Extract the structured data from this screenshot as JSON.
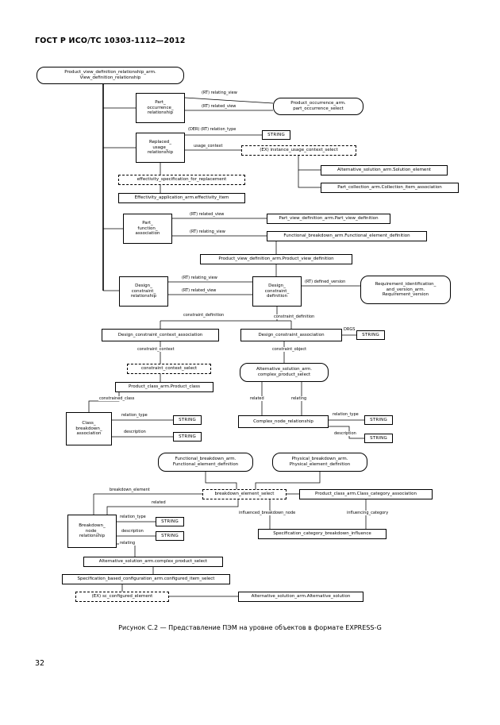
{
  "page": {
    "header": "ГОСТ Р ИСО/ТС 10303-1112—2012",
    "caption": "Рисунок С.2 — Представление ПЭМ на уровне объектов в формате EXPRESS-G",
    "page_number": "32"
  },
  "diagram": {
    "boxes": {
      "view_def_rel": "Product_view_definition_relationship_arm.\nView_definition_relationship",
      "part_occ_rel": "Part_\noccurrence_\nrelationship",
      "prod_occ_select": "Product_occurrence_arm.\npart_occurrence_select",
      "replaced_usage": "Replaced_\nusage_\nrelationship",
      "string": "STRING",
      "inst_usage_ctx": "(EX) instance_usage_context_select",
      "alt_sol_elem": "Alternative_solution_arm.Solution_element",
      "part_coll": "Part_collection_arm.Collection_item_association",
      "eff_spec": "effectivity_specification_for_replacement",
      "eff_app": "Effectivity_application_arm.effectivity_item",
      "part_func": "Part_\nfunction_\nassociation",
      "part_view_def": "Part_view_definition_arm.Part_view_definition",
      "func_elem_def": "Functional_breakdown_arm.Functional_element_definition",
      "prod_view_def": "Product_view_definition_arm.Product_view_definition",
      "design_constr_rel": "Design_\nconstraint_\nrelationship",
      "design_constr_def": "Design_\nconstraint_\ndefinition",
      "req_ver": "Requirement_identification_\nand_version_arm.\nRequirement_version",
      "dcca": "Design_constraint_context_association",
      "dca": "Design_constraint_association",
      "ccs": "constraint_context_select",
      "prod_class": "Product_class_arm.Product_class",
      "alt_sol_select": "Alternative_solution_arm.\ncomplex_product_select",
      "class_breakdown": "Class_\nbreakdown_\nassociation",
      "complex_node": "Complex_node_relationship",
      "func_bd": "Functional_breakdown_arm.\nFunctional_element_definition",
      "phys_bd": "Physical_breakdown_arm.\nPhysical_element_definition",
      "bes": "breakdown_element_select",
      "pca_cca": "Product_class_arm.Class_category_association",
      "bnr": "Breakdown_\nnode_\nrelationship",
      "scbi": "Specification_category_breakdown_influence",
      "asa_cps": "Alternative_solution_arm.complex_product_select",
      "sbc_cis": "Specification_based_configuration_arm.configured_item_select",
      "sc_conf": "(EX) sc_configured_element",
      "asa_as": "Alternative_solution_arm.Alternative_solution"
    },
    "labels": {
      "relating_view_a": "(RT) relating_view",
      "related_view_a": "(RT) related_view",
      "der_relation_type": "(DER) (RT) relation_type",
      "usage_context": "usage_context",
      "related_view_b": "(RT) related_view",
      "relating_view_b": "(RT) relating_view",
      "relating_view_c": "(RT) relating_view",
      "related_view_c": "(RT) related_view",
      "defined_version": "(RT) defined_version",
      "constraint_definition_l": "constraint_definition",
      "constraint_definition_r": "constraint_definition",
      "drgs": "DRGS",
      "constraint_context": "constraint_context",
      "constraint_object": "constraint_object",
      "constrained_class": "constrained_class",
      "relation_type_a": "relation_type",
      "description_a": "description",
      "related_a": "related",
      "relating_a": "relating",
      "relation_type_b": "relation_type",
      "description_b": "description",
      "breakdown_element": "breakdown_element",
      "related_b": "related",
      "relation_type_c": "relation_type",
      "description_c": "description",
      "relating_b": "relating",
      "influenced_breakdown_node": "influenced_breakdown_node",
      "influencing_category": "influencing_category"
    }
  }
}
